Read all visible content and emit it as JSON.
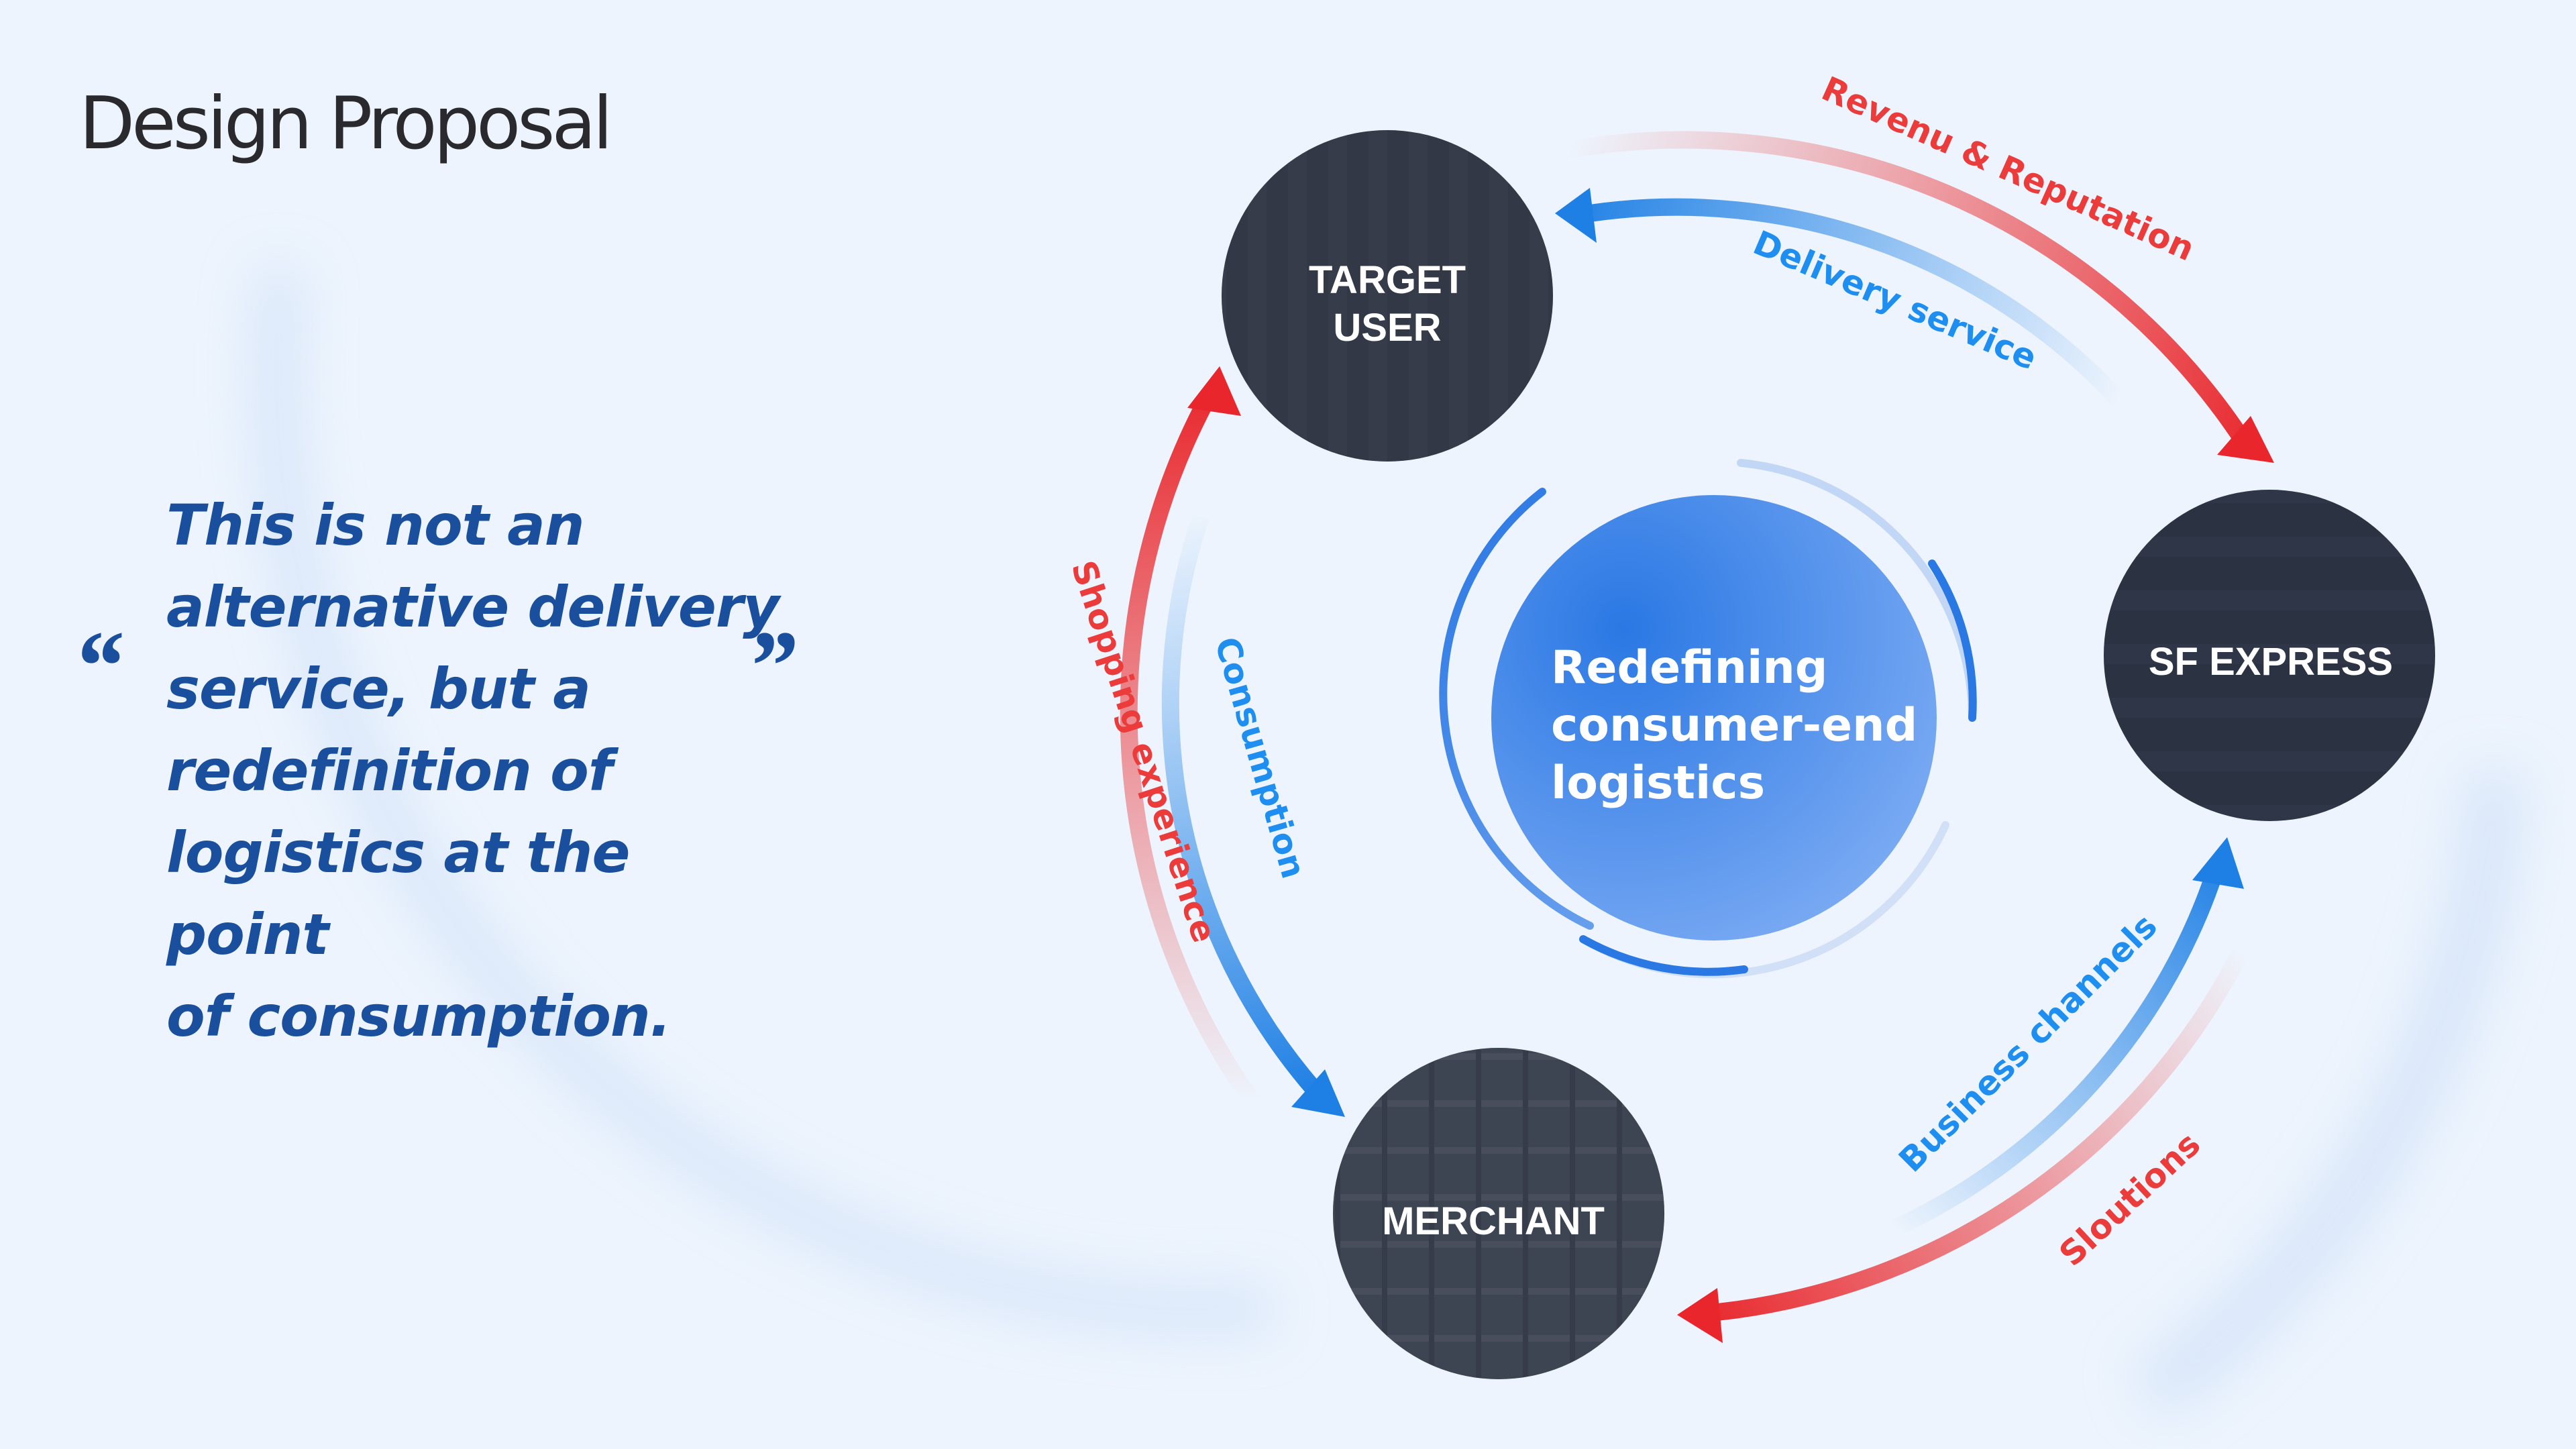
{
  "title": "Design Proposal",
  "quote": {
    "open_mark": "“",
    "close_mark": "”",
    "lines": [
      "This is not an",
      "alternative delivery",
      "service, but a",
      "redefinition of",
      "logistics at the point",
      "of consumption."
    ]
  },
  "diagram": {
    "center": {
      "lines": [
        "Redefining",
        "consumer-end",
        "logistics"
      ]
    },
    "nodes": {
      "target_user": [
        "TARGET",
        "USER"
      ],
      "sf_express": "SF EXPRESS",
      "merchant": "MERCHANT"
    },
    "flows": {
      "revenue": "Revenu & Reputation",
      "delivery": "Delivery service",
      "shopping": "Shopping experience",
      "consumption": "Consumption",
      "business": "Business channels",
      "solutions": "Sloutions"
    }
  },
  "colors": {
    "quote": "#1a4f9e",
    "red_flow": "#ec3b3b",
    "blue_flow": "#1e8ff0",
    "center_fill": "#2f7ee6",
    "node_fill": "#2e3646"
  }
}
